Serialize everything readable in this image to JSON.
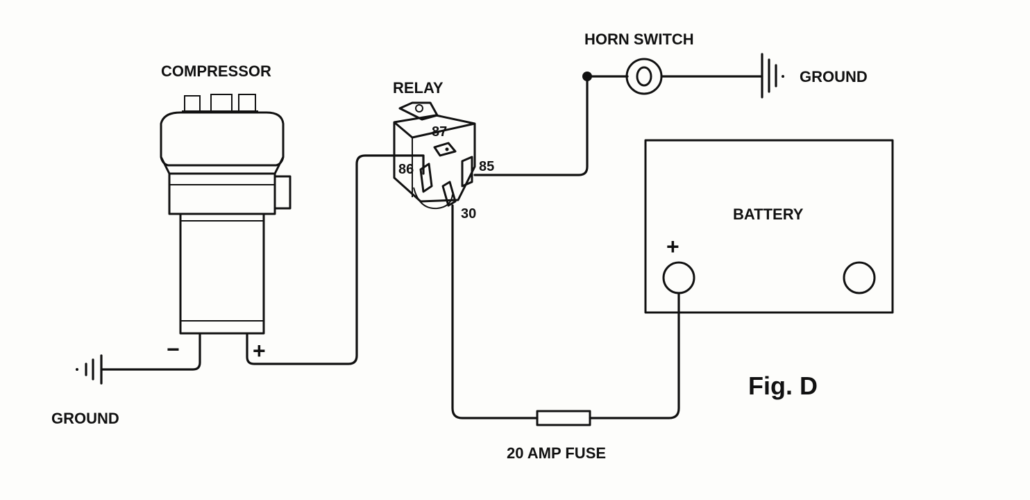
{
  "diagram": {
    "title": "Fig. D",
    "labels": {
      "compressor": "COMPRESSOR",
      "relay": "RELAY",
      "horn_switch": "HORN SWITCH",
      "ground_right": "GROUND",
      "ground_left": "GROUND",
      "battery": "BATTERY",
      "fuse": "20 AMP FUSE",
      "battery_plus": "+",
      "compressor_minus": "−",
      "compressor_plus": "+",
      "relay_pin_87": "87",
      "relay_pin_86": "86",
      "relay_pin_85": "85",
      "relay_pin_30": "30"
    },
    "icons": [
      "ground-symbol",
      "switch-symbol",
      "fuse-symbol",
      "relay-symbol",
      "battery-symbol",
      "compressor-symbol"
    ]
  }
}
